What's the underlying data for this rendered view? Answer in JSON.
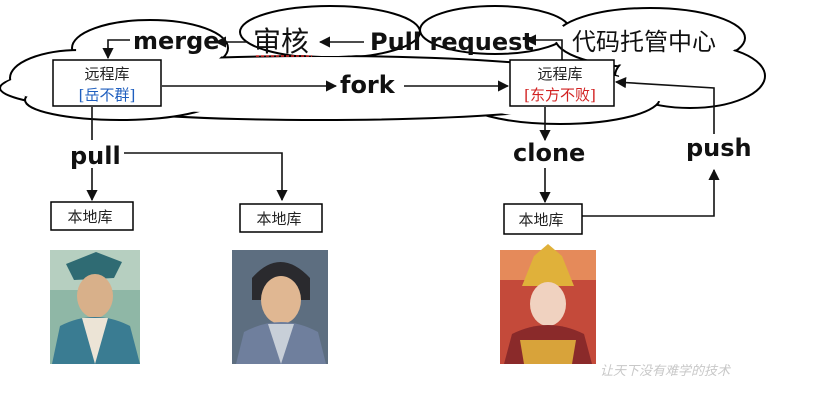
{
  "labels": {
    "merge": "merge",
    "review": "审核",
    "pull_request": "Pull request",
    "hosting_center": "代码托管中心",
    "fork": "fork",
    "pull": "pull",
    "clone": "clone",
    "push": "push"
  },
  "remote_repos": [
    {
      "title": "远程库",
      "owner": "[岳不群]",
      "owner_color": "#1f5fbf"
    },
    {
      "title": "远程库",
      "owner": "[东方不败]",
      "owner_color": "#d22222"
    }
  ],
  "local_repos": [
    {
      "title": "本地库"
    },
    {
      "title": "本地库"
    },
    {
      "title": "本地库"
    }
  ],
  "portraits": [
    {
      "name": "portrait-yue-buqun"
    },
    {
      "name": "portrait-linghu-chong"
    },
    {
      "name": "portrait-dongfang-bubai"
    }
  ],
  "watermark": "让天下没有难学的技术",
  "colors": {
    "arrow": "#111111",
    "cloud_stroke": "#000000",
    "box_stroke": "#000000",
    "red_underline": "#d22222"
  }
}
